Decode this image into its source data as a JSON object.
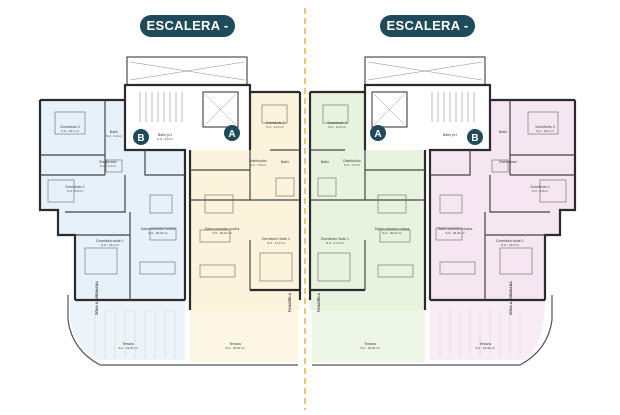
{
  "headers": {
    "left_prefix": "ESCALERA - ",
    "left_letter": "B",
    "right_prefix": "ESCALERA - ",
    "right_letter": "A"
  },
  "colors": {
    "header_bg": "#1e4a5a",
    "divider": "#e8b43a",
    "blue_unit": "#e6f1f9",
    "yellow_unit": "#fbf3dc",
    "green_unit": "#e8f3df",
    "pink_unit": "#f5e6f1",
    "wall": "#2b2b2b"
  },
  "core_markers": {
    "left": [
      "B",
      "A"
    ],
    "right": [
      "A",
      "B"
    ]
  },
  "rooms": {
    "b_dorm3": "Dormitorio 3",
    "b_dorm3_area": "S.U.: 10,1 m²",
    "b_bano": "Baño",
    "b_bano_area": "S.U.: 4,2 m²",
    "b_bano_p1": "Baño pr1",
    "b_bano_p1_area": "S.U.: 3,6 m²",
    "b_dist": "Distribuidor",
    "b_dist_area": "S.U.: 3,4 m²",
    "b_dorm2": "Dormitorio 2",
    "b_dorm2_area": "S.U.: 9,8 m²",
    "b_dorm1": "Dormitorio suite 1",
    "b_dorm1_area": "S.U.: 13,4 m²",
    "b_salon": "Salon comedor cocina",
    "b_salon_area": "S.U.: 30,40 m²",
    "b_terraza": "Terraza",
    "b_terraza_area": "S.U.: 19,30 m²",
    "y_dorm3": "Dormitorio 3",
    "y_dorm3_area": "S.U.: 11,0 m²",
    "y_bano": "Baño",
    "y_dist": "Distribuidor",
    "y_dist_area": "S.U.: 7,6 m²",
    "y_salon": "Salon comedor cocina",
    "y_salon_area": "S.U.: 30,10 m²",
    "y_dorm1": "Dormitorio Suite 1",
    "y_dorm1_area": "S.U.: 17,2 m²",
    "y_terraza": "Terraza",
    "y_terraza_area": "S.U.: 23,00 m²",
    "g_dorm3": "Dormitorio 3",
    "g_dorm3_area": "S.U.: 11,0 m²",
    "g_bano": "Baño",
    "g_dist": "Distribuidor",
    "g_dist_area": "S.U.: 7,6 m²",
    "g_salon": "Salon comedor cocina",
    "g_salon_area": "S.U.: 30,10 m²",
    "g_dorm1": "Dormitorio Suite 1",
    "g_dorm1_area": "S.U.: 17,2 m²",
    "g_terraza": "Terraza",
    "g_terraza_area": "S.U.: 23,00 m²",
    "p_dorm3": "Dormitorio 3",
    "p_dorm3_area": "S.U.: 10,1 m²",
    "p_bano": "Baño",
    "p_bano_p1": "Baño pr1",
    "p_dist": "Distribuidor",
    "p_dorm2": "Dormitorio 2",
    "p_dorm2_area": "S.U.: 9,8 m²",
    "p_dorm1": "Dormitorio suite 1",
    "p_dorm1_area": "S.U.: 13,4 m²",
    "p_salon": "Salon comedor cocina",
    "p_salon_area": "S.U.: 30,40 m²",
    "p_terraza": "Terraza",
    "p_terraza_area": "S.U.: 19,30 m²"
  },
  "side_labels": {
    "zona_ajardinada": "ZONA AJARDINADA",
    "pasarela": "PASARELA"
  }
}
